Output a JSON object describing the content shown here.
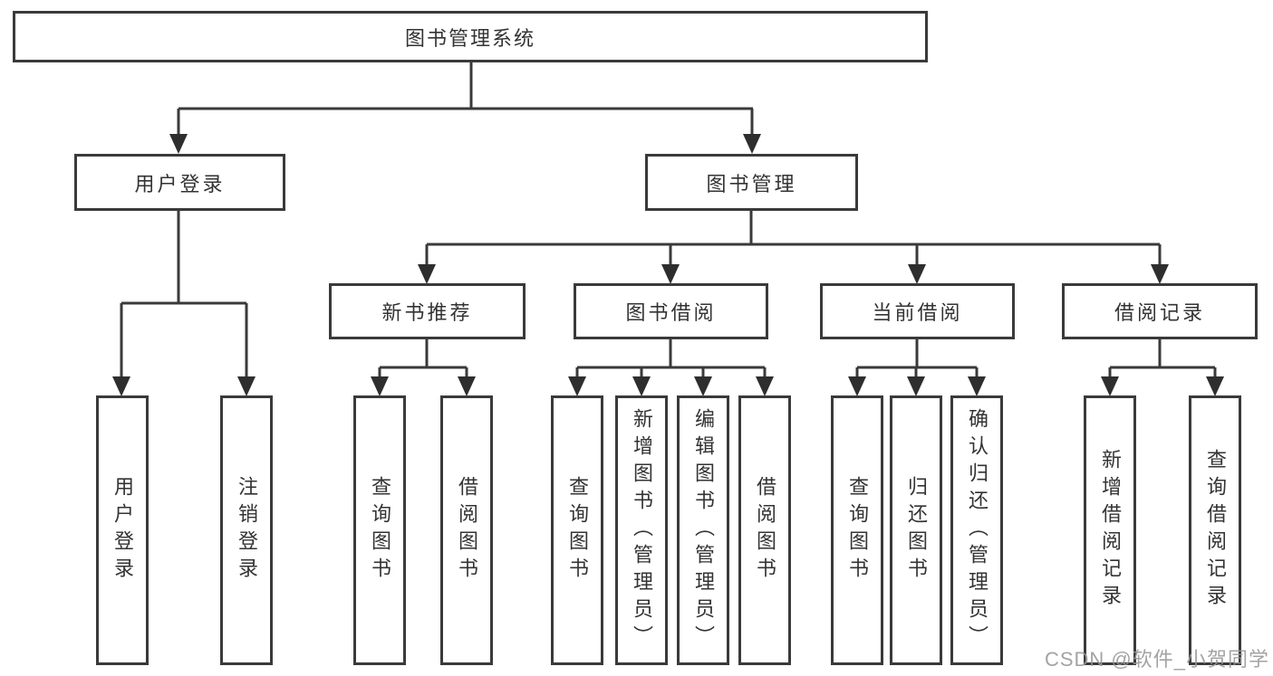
{
  "diagram": {
    "tree": {
      "root": {
        "label": "图书管理系统"
      },
      "level2": [
        {
          "label": "用户登录"
        },
        {
          "label": "图书管理"
        }
      ],
      "level3": [
        {
          "label": "新书推荐",
          "parent": "图书管理"
        },
        {
          "label": "图书借阅",
          "parent": "图书管理"
        },
        {
          "label": "当前借阅",
          "parent": "图书管理"
        },
        {
          "label": "借阅记录",
          "parent": "图书管理"
        }
      ],
      "leaves": [
        {
          "label": "用户登录",
          "parent": "用户登录"
        },
        {
          "label": "注销登录",
          "parent": "用户登录"
        },
        {
          "label": "查询图书",
          "parent": "新书推荐"
        },
        {
          "label": "借阅图书",
          "parent": "新书推荐"
        },
        {
          "label": "查询图书",
          "parent": "图书借阅"
        },
        {
          "label": "新增图书（管理员）",
          "parent": "图书借阅"
        },
        {
          "label": "编辑图书（管理员）",
          "parent": "图书借阅"
        },
        {
          "label": "借阅图书",
          "parent": "图书借阅"
        },
        {
          "label": "查询图书",
          "parent": "当前借阅"
        },
        {
          "label": "归还图书",
          "parent": "当前借阅"
        },
        {
          "label": "确认归还（管理员）",
          "parent": "当前借阅"
        },
        {
          "label": "新增借阅记录",
          "parent": "借阅记录"
        },
        {
          "label": "查询借阅记录",
          "parent": "借阅记录"
        }
      ]
    },
    "watermark": "CSDN @软件_小贺同学",
    "colors": {
      "line": "#3a3a3a",
      "text": "#333333",
      "background": "#ffffff",
      "watermark": "#969696"
    }
  }
}
